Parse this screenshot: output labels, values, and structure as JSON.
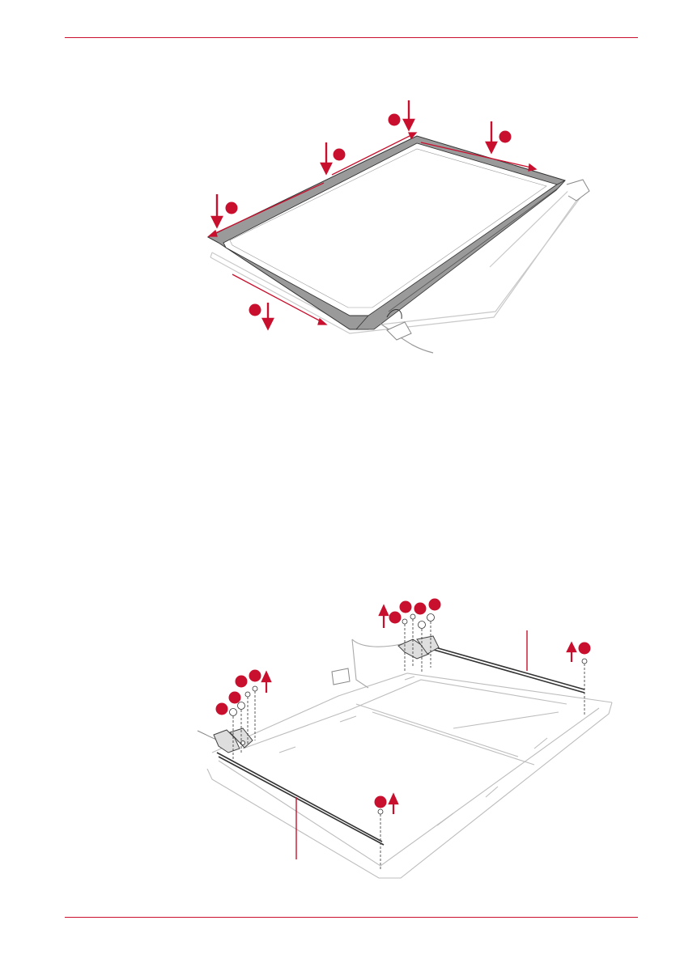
{
  "page": {
    "accent_color": "#c8102e",
    "figures": [
      {
        "icon": "display-mask-removal-illustration",
        "callout_count": 5
      },
      {
        "icon": "display-hinge-removal-illustration",
        "callout_count": 11
      }
    ]
  }
}
